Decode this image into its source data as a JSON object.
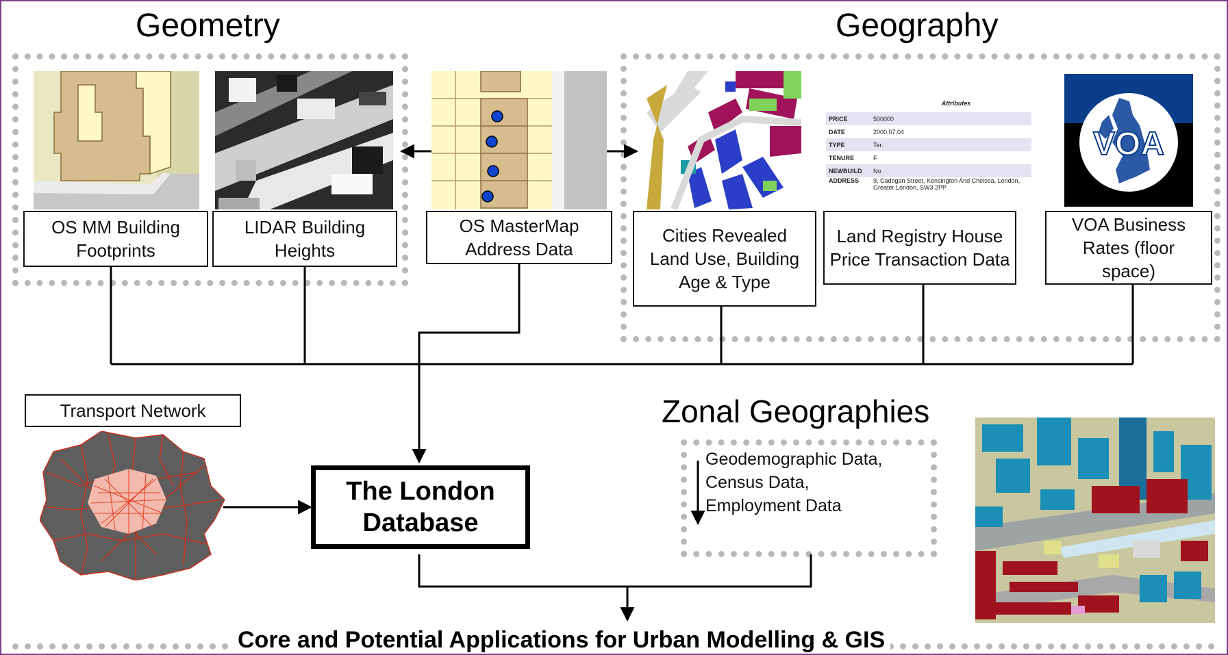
{
  "headings": {
    "geometry": "Geometry",
    "geography": "Geography",
    "zonal": "Zonal  Geographies"
  },
  "sources": {
    "os_mm_footprints": "OS MM Building\nFootprints",
    "lidar_heights": "LIDAR Building\nHeights",
    "os_mastermap_address": "OS MasterMap\nAddress Data",
    "cities_revealed": "Cities Revealed\nLand Use, Building\nAge & Type",
    "land_registry": "Land Registry House\nPrice Transaction Data",
    "voa_business": "VOA Business\nRates (floor\nspace)"
  },
  "transport_network": "Transport Network",
  "database": "The London\nDatabase",
  "zonal_items": [
    "Geodemographic Data,",
    "Census Data,",
    "Employment Data"
  ],
  "footer": "Core and Potential Applications for Urban Modelling & GIS",
  "attributes_table": {
    "title": "Attributes",
    "rows": [
      {
        "key": "PRICE",
        "value": "500000"
      },
      {
        "key": "DATE",
        "value": "2000,07,04"
      },
      {
        "key": "TYPE",
        "value": "Ter."
      },
      {
        "key": "TENURE",
        "value": "F"
      },
      {
        "key": "NEWBUILD",
        "value": "No"
      },
      {
        "key": "ADDRESS",
        "value": "9, Cadogan Street, Kensington And Chelsea, London, Greater London, SW3 2PP"
      }
    ]
  },
  "voa_logo_text": "VOA",
  "colors": {
    "frame": "#7b3f8c",
    "dashed_border": "#b8b8b8",
    "building_tan": "#d7bd8e",
    "map_yellow": "#fdf8c4",
    "map_red": "#a0132c",
    "map_blue": "#1a5fa8",
    "connector": "#000000"
  }
}
